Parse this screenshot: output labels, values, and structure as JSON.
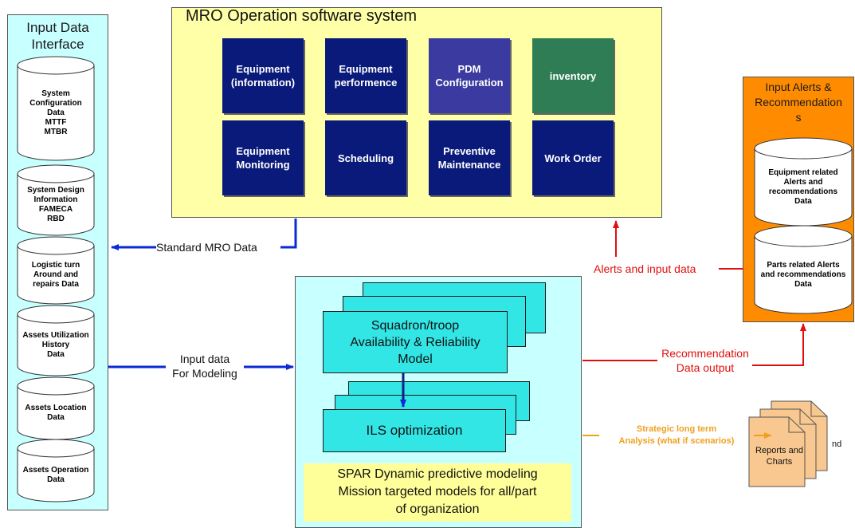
{
  "input_panel": {
    "title_line1": "Input Data",
    "title_line2": "Interface",
    "cylinders": [
      [
        "System",
        "Configuration",
        "Data",
        "MTTF",
        "MTBR"
      ],
      [
        "System Design",
        "Information",
        "FAMECA",
        "RBD"
      ],
      [
        "Logistic turn",
        "Around and",
        "repairs Data"
      ],
      [
        "Assets Utilization",
        "History",
        "Data"
      ],
      [
        "Assets Location",
        "Data"
      ],
      [
        "Assets Operation",
        "Data"
      ]
    ]
  },
  "mro": {
    "title": "MRO Operation software system",
    "tiles": [
      [
        "Equipment",
        "(information)"
      ],
      [
        "Equipment",
        "performence"
      ],
      [
        "PDM",
        "Configuration"
      ],
      [
        "inventory"
      ],
      [
        "Equipment",
        "Monitoring"
      ],
      [
        "Scheduling"
      ],
      [
        "Preventive",
        "Maintenance"
      ],
      [
        "Work Order"
      ]
    ],
    "tile_colors": [
      "#0a1a7a",
      "#0a1a7a",
      "#3a3aa0",
      "#2e7d55",
      "#0a1a7a",
      "#0a1a7a",
      "#0a1a7a",
      "#0a1a7a"
    ]
  },
  "alerts_panel": {
    "title": [
      "Input Alerts &",
      "Recommendation",
      "s"
    ],
    "cylinders": [
      [
        "Equipment related",
        "Alerts and",
        "recommendations",
        "Data"
      ],
      [
        "Parts related  Alerts",
        "and recommendations",
        "Data"
      ]
    ]
  },
  "spar": {
    "card1": [
      "Squadron/troop",
      "Availability & Reliability",
      "Model"
    ],
    "card2": "ILS optimization",
    "caption": [
      "SPAR Dynamic predictive modeling",
      "Mission targeted models for all/part",
      "of organization"
    ]
  },
  "connectors": {
    "standard_mro": "Standard MRO Data",
    "input_modeling": [
      "Input data",
      "For Modeling"
    ],
    "alerts_input": "Alerts and input data",
    "recommendation": [
      "Recommendation",
      "Data output"
    ],
    "strategic": [
      "Strategic long term",
      "Analysis (what if scenarios)"
    ]
  },
  "reports": {
    "front": [
      "Reports and",
      "Charts"
    ],
    "back": "nd"
  },
  "colors": {
    "blue_arrow": "#0a2ad6",
    "red_arrow": "#e01010",
    "orange_arrow": "#f0a020",
    "input_panel_bg": "#c8ffff",
    "mro_bg": "#ffffa8",
    "alerts_bg": "#ff8c00",
    "spar_bg": "#c8ffff",
    "card_bg": "#33e6e6",
    "report_bg": "#f8c890"
  }
}
